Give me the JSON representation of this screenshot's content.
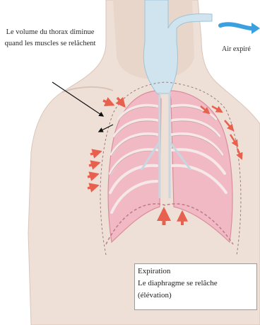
{
  "labels": {
    "thorax_volume": "Le volume du thorax diminue quand les muscles se relâchent",
    "air_out": "Air expiré"
  },
  "info_box": {
    "title": "Expiration",
    "line1": "Le diaphragme se relâche",
    "line2": "(élévation)"
  },
  "colors": {
    "skin": "#eee0d6",
    "skin_shadow": "#d9c5b8",
    "lung": "#f0b9c4",
    "lung_dark": "#d98d9d",
    "rib": "#f6e8e8",
    "trachea": "#cfe4ef",
    "arrow_red": "#e8604e",
    "arrow_blue": "#3aa0e0"
  }
}
